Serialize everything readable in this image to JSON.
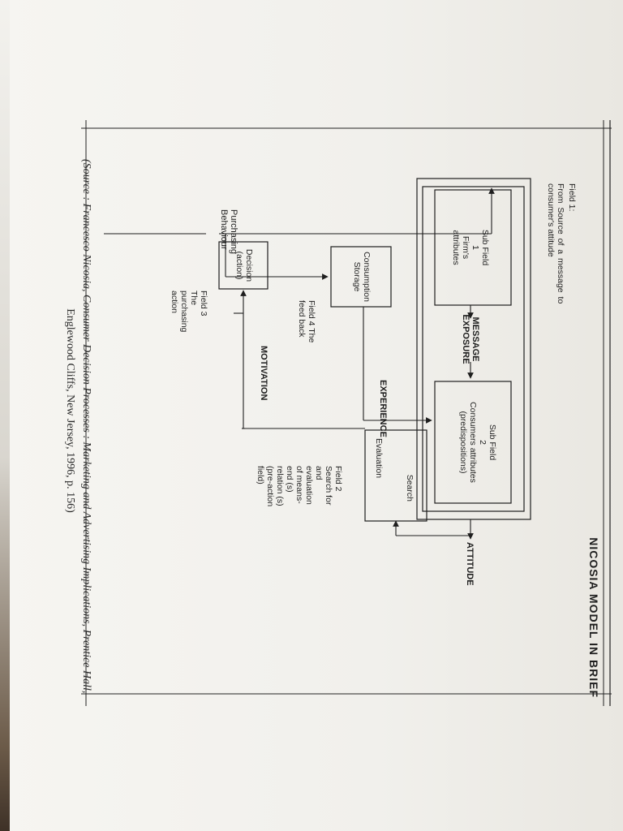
{
  "header": {
    "title": "NICOSIA MODEL IN BRIEF"
  },
  "field1": {
    "label": "Field 1:",
    "desc_line1": "From  Source  of  a  message  to",
    "desc_line2": "consumer's attitude"
  },
  "subfield1": {
    "line1": "Sub Field",
    "line2": "1",
    "line3": "Firm's",
    "line4": "attributes"
  },
  "message_exposure": {
    "line1": "MESSAGE",
    "line2": "EXPOSURE"
  },
  "subfield2": {
    "line1": "Sub Field",
    "line2": "2",
    "line3": "Consumers attributes",
    "line4": "(predispositions)"
  },
  "attitude": "ATTITUDE",
  "experience": "EXPERIENCE",
  "consumption": {
    "line1": "Consumption",
    "line2": "Storage"
  },
  "field4": {
    "line1": "Field 4 The",
    "line2": "feed back"
  },
  "purchasing": {
    "line1": "Purchasing",
    "line2": "Behaviour"
  },
  "search_eval": {
    "line1": "Search",
    "line2": "Evaluation"
  },
  "field2": {
    "lines": [
      "Field 2",
      "Search for",
      "and",
      "evaluation",
      "of means-",
      "end (s)",
      "relation (s)",
      "(pre-action",
      "field)"
    ]
  },
  "motivation": "MOTIVATION",
  "decision": {
    "line1": "Decision",
    "line2": "(action)"
  },
  "field3": {
    "lines": [
      "Field   3",
      "The",
      "purchasing",
      "action"
    ]
  },
  "source": {
    "line1": "(Source : Francesco  Nicosia, Consumer Decision Processes : Marketing and Advertising Implications, Prentice Hall,",
    "line2": "Englewood Cliffs, New Jersey, 1996, p. 156)"
  }
}
